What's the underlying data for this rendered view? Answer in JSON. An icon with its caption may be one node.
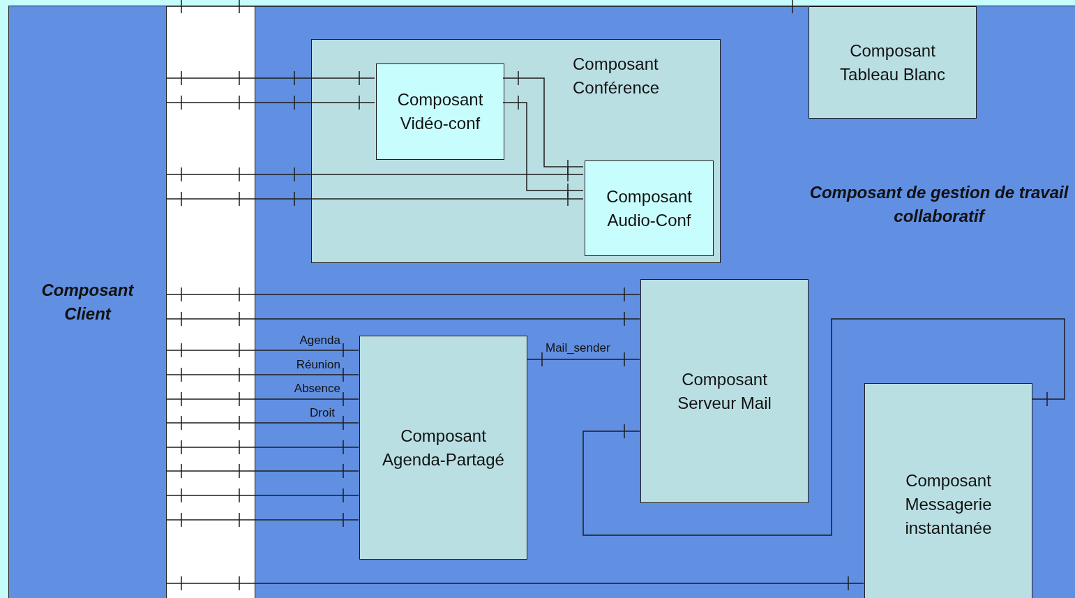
{
  "diagram": {
    "nodes": [
      {
        "text": [
          "Composant Client"
        ]
      },
      {
        "text": [
          "Composant de gestion de travail collaboratif"
        ]
      },
      {
        "text": [
          "Composant Conférence"
        ],
        "in": 1
      },
      {
        "text": [
          "Composant Vidéo-conf"
        ],
        "in": 2
      },
      {
        "text": [
          "Composant Audio-Conf"
        ],
        "in": 2
      },
      {
        "text": [
          "Composant Tableau Blanc"
        ],
        "in": 1
      },
      {
        "text": [
          "Composant Serveur Mail"
        ],
        "in": 1
      },
      {
        "text": [
          "Composant Agenda-Partagé"
        ],
        "in": 1
      },
      {
        "text": [
          "Composant Messagerie instantanée"
        ],
        "in": 1
      }
    ],
    "edges": [
      {
        "from": 0,
        "to": 5,
        "arrow": "other"
      },
      {
        "from": 0,
        "to": 3,
        "arrow": "other"
      },
      {
        "from": 0,
        "to": 3,
        "arrow": "other"
      },
      {
        "from": 3,
        "to": 4,
        "arrow": "other"
      },
      {
        "from": 3,
        "to": 4,
        "arrow": "other"
      },
      {
        "from": 0,
        "to": 4,
        "arrow": "other"
      },
      {
        "from": 0,
        "to": 4,
        "arrow": "other"
      },
      {
        "from": 0,
        "to": 6,
        "arrow": "other"
      },
      {
        "from": 0,
        "to": 6,
        "arrow": "other"
      },
      {
        "from": 0,
        "to": 7,
        "arrow": "other",
        "label": "Agenda"
      },
      {
        "from": 0,
        "to": 7,
        "arrow": "other",
        "label": "Réunion"
      },
      {
        "from": 0,
        "to": 7,
        "arrow": "other",
        "label": "Absence"
      },
      {
        "from": 0,
        "to": 7,
        "arrow": "other",
        "label": "Droit"
      },
      {
        "from": 0,
        "to": 7,
        "arrow": "other"
      },
      {
        "from": 0,
        "to": 7,
        "arrow": "other"
      },
      {
        "from": 0,
        "to": 7,
        "arrow": "other"
      },
      {
        "from": 0,
        "to": 7,
        "arrow": "other"
      },
      {
        "from": 7,
        "to": 6,
        "arrow": "other",
        "label": "Mail_sender"
      },
      {
        "from": 6,
        "to": 8,
        "arrow": "other"
      },
      {
        "from": 0,
        "to": 8,
        "arrow": "other"
      }
    ]
  }
}
